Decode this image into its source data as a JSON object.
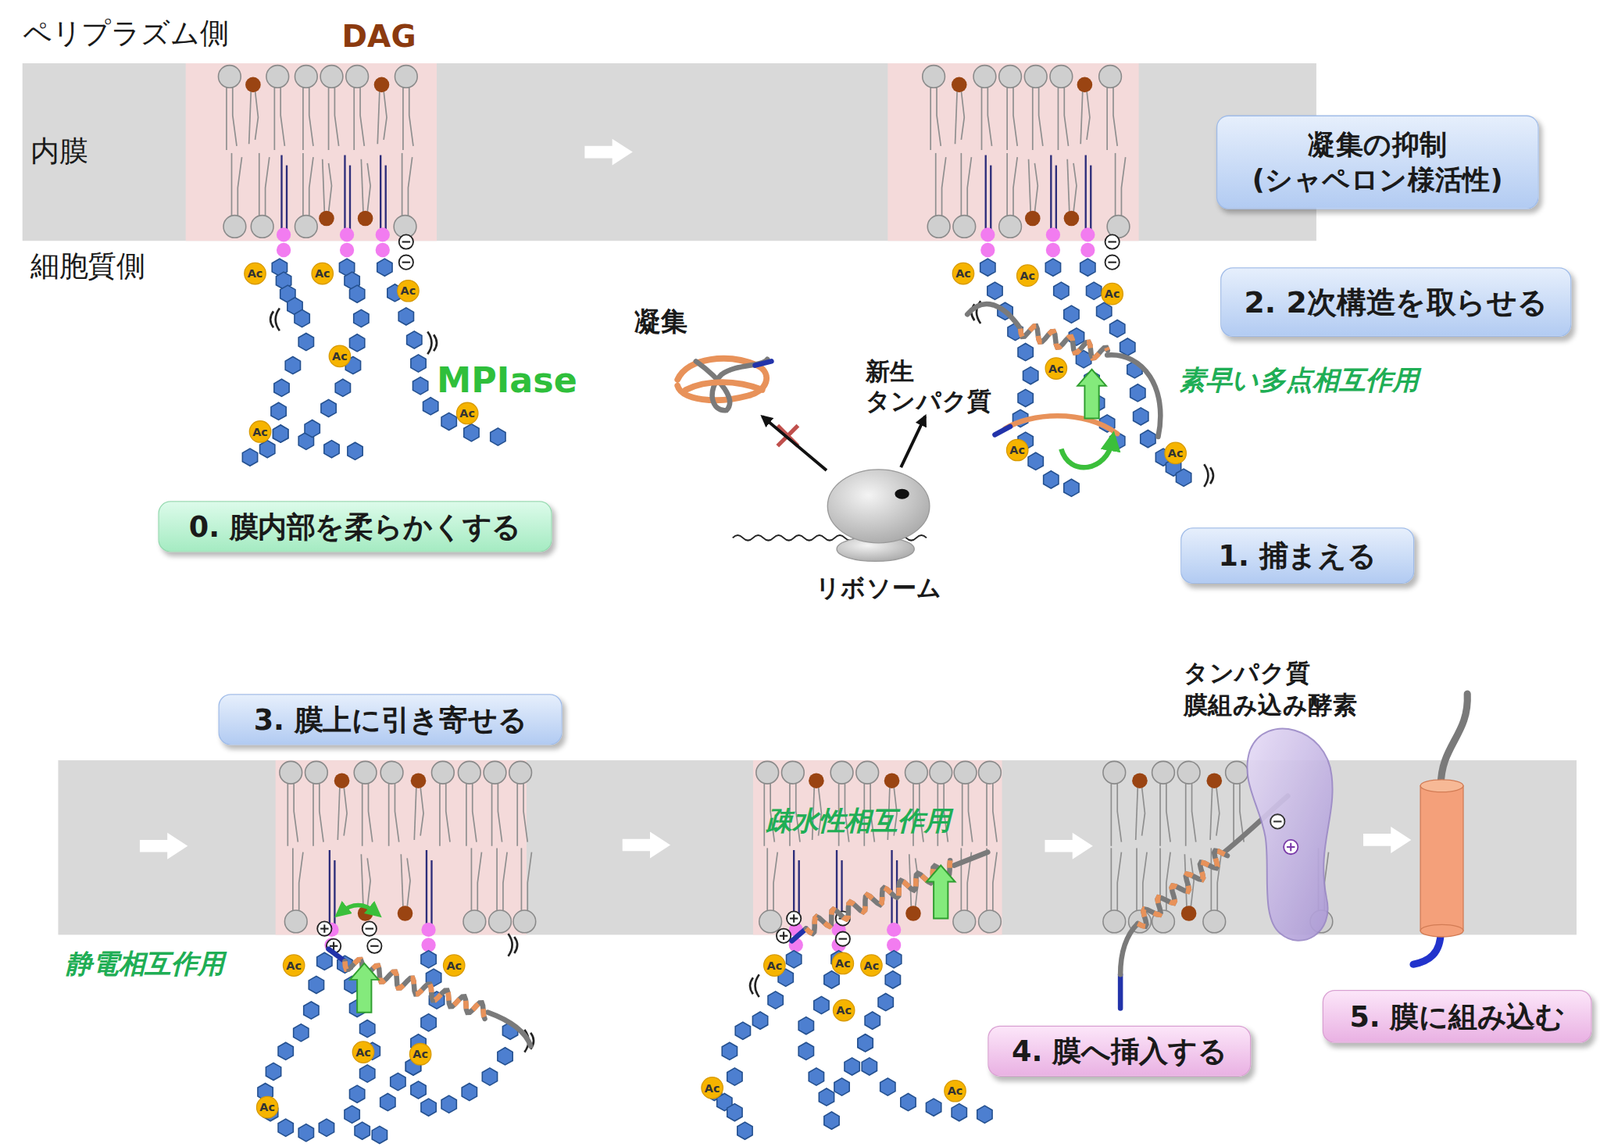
{
  "diagram": {
    "nodes": [
      {
        "text": [
          "凝集の抑制 (シャペロン様活性)"
        ]
      },
      {
        "text": [
          "2. 2次構造を取らせる"
        ]
      },
      {
        "text": [
          "凝集"
        ]
      },
      {
        "text": [
          "新生 タンパク質"
        ]
      },
      {
        "text": [
          "0. 膜内部を柔らかくする"
        ]
      },
      {
        "text": [
          "1. 捕まえる"
        ]
      },
      {
        "text": [
          "リボソーム"
        ]
      },
      {
        "text": [
          "3. 膜上に引き寄せる"
        ]
      },
      {
        "text": [
          "4. 膜へ挿入する"
        ]
      },
      {
        "text": [
          "5. 膜に組み込む"
        ]
      },
      {
        "text": [
          "Ac"
        ]
      },
      {
        "text": [
          "Ac"
        ]
      },
      {
        "text": [
          "Ac"
        ]
      },
      {
        "text": [
          "Ac"
        ]
      },
      {
        "text": [
          "Ac"
        ]
      },
      {
        "text": [
          "Ac"
        ]
      },
      {
        "text": [
          "Ac"
        ]
      },
      {
        "text": [
          "Ac"
        ]
      },
      {
        "text": [
          "Ac"
        ]
      },
      {
        "text": [
          "Ac"
        ]
      },
      {
        "text": [
          "Ac"
        ]
      },
      {
        "text": [
          "Ac"
        ]
      },
      {
        "text": [
          "Ac"
        ]
      },
      {
        "text": [
          "Ac"
        ]
      },
      {
        "text": [
          "Ac"
        ]
      },
      {
        "text": [
          "Ac"
        ]
      },
      {
        "text": [
          "Ac"
        ]
      },
      {
        "text": [
          "Ac"
        ]
      },
      {
        "text": [
          "Ac"
        ]
      },
      {
        "text": [
          "Ac"
        ]
      },
      {
        "text": [
          "Ac"
        ]
      },
      {
        "text": [
          "Ac"
        ]
      },
      {
        "text": [
          "Ac"
        ]
      }
    ],
    "edges": [
      {
        "from": 6,
        "to": 2,
        "arrow": "to"
      },
      {
        "from": 6,
        "to": 3,
        "arrow": "to"
      }
    ],
    "labels": [
      "ペリプラズム側",
      "DAG",
      "内膜",
      "細胞質側",
      "MPIase",
      "素早い多点相互作用",
      "静電相互作用",
      "疎水性相互作用",
      "タンパク質 膜組み込み酵素"
    ]
  }
}
